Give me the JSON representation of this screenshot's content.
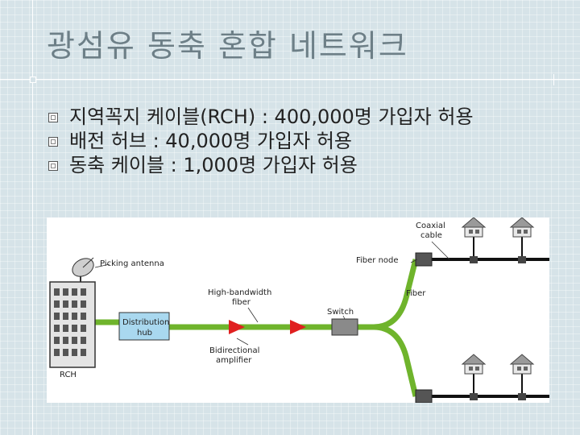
{
  "slide": {
    "title": "광섬유 동축 혼합 네트워크",
    "bullets": [
      "지역꼭지 케이블(RCH) : 400,000명 가입자 허용",
      "배전 허브 : 40,000명 가입자 허용",
      "동축 케이블 : 1,000명 가입자 허용"
    ]
  },
  "diagram": {
    "labels": {
      "antenna": "Picking antenna",
      "rch": "RCH",
      "hub_line1": "Distribution",
      "hub_line2": "hub",
      "hb_fiber_line1": "High-bandwidth",
      "hb_fiber_line2": "fiber",
      "amp_line1": "Bidirectional",
      "amp_line2": "amplifier",
      "switch": "Switch",
      "fiber_node": "Fiber node",
      "fiber": "Fiber",
      "coax_line1": "Coaxial",
      "coax_line2": "cable"
    },
    "colors": {
      "fiber": "#6fb42c",
      "amplifier": "#e02020",
      "hub": "#a9d8ef"
    }
  }
}
